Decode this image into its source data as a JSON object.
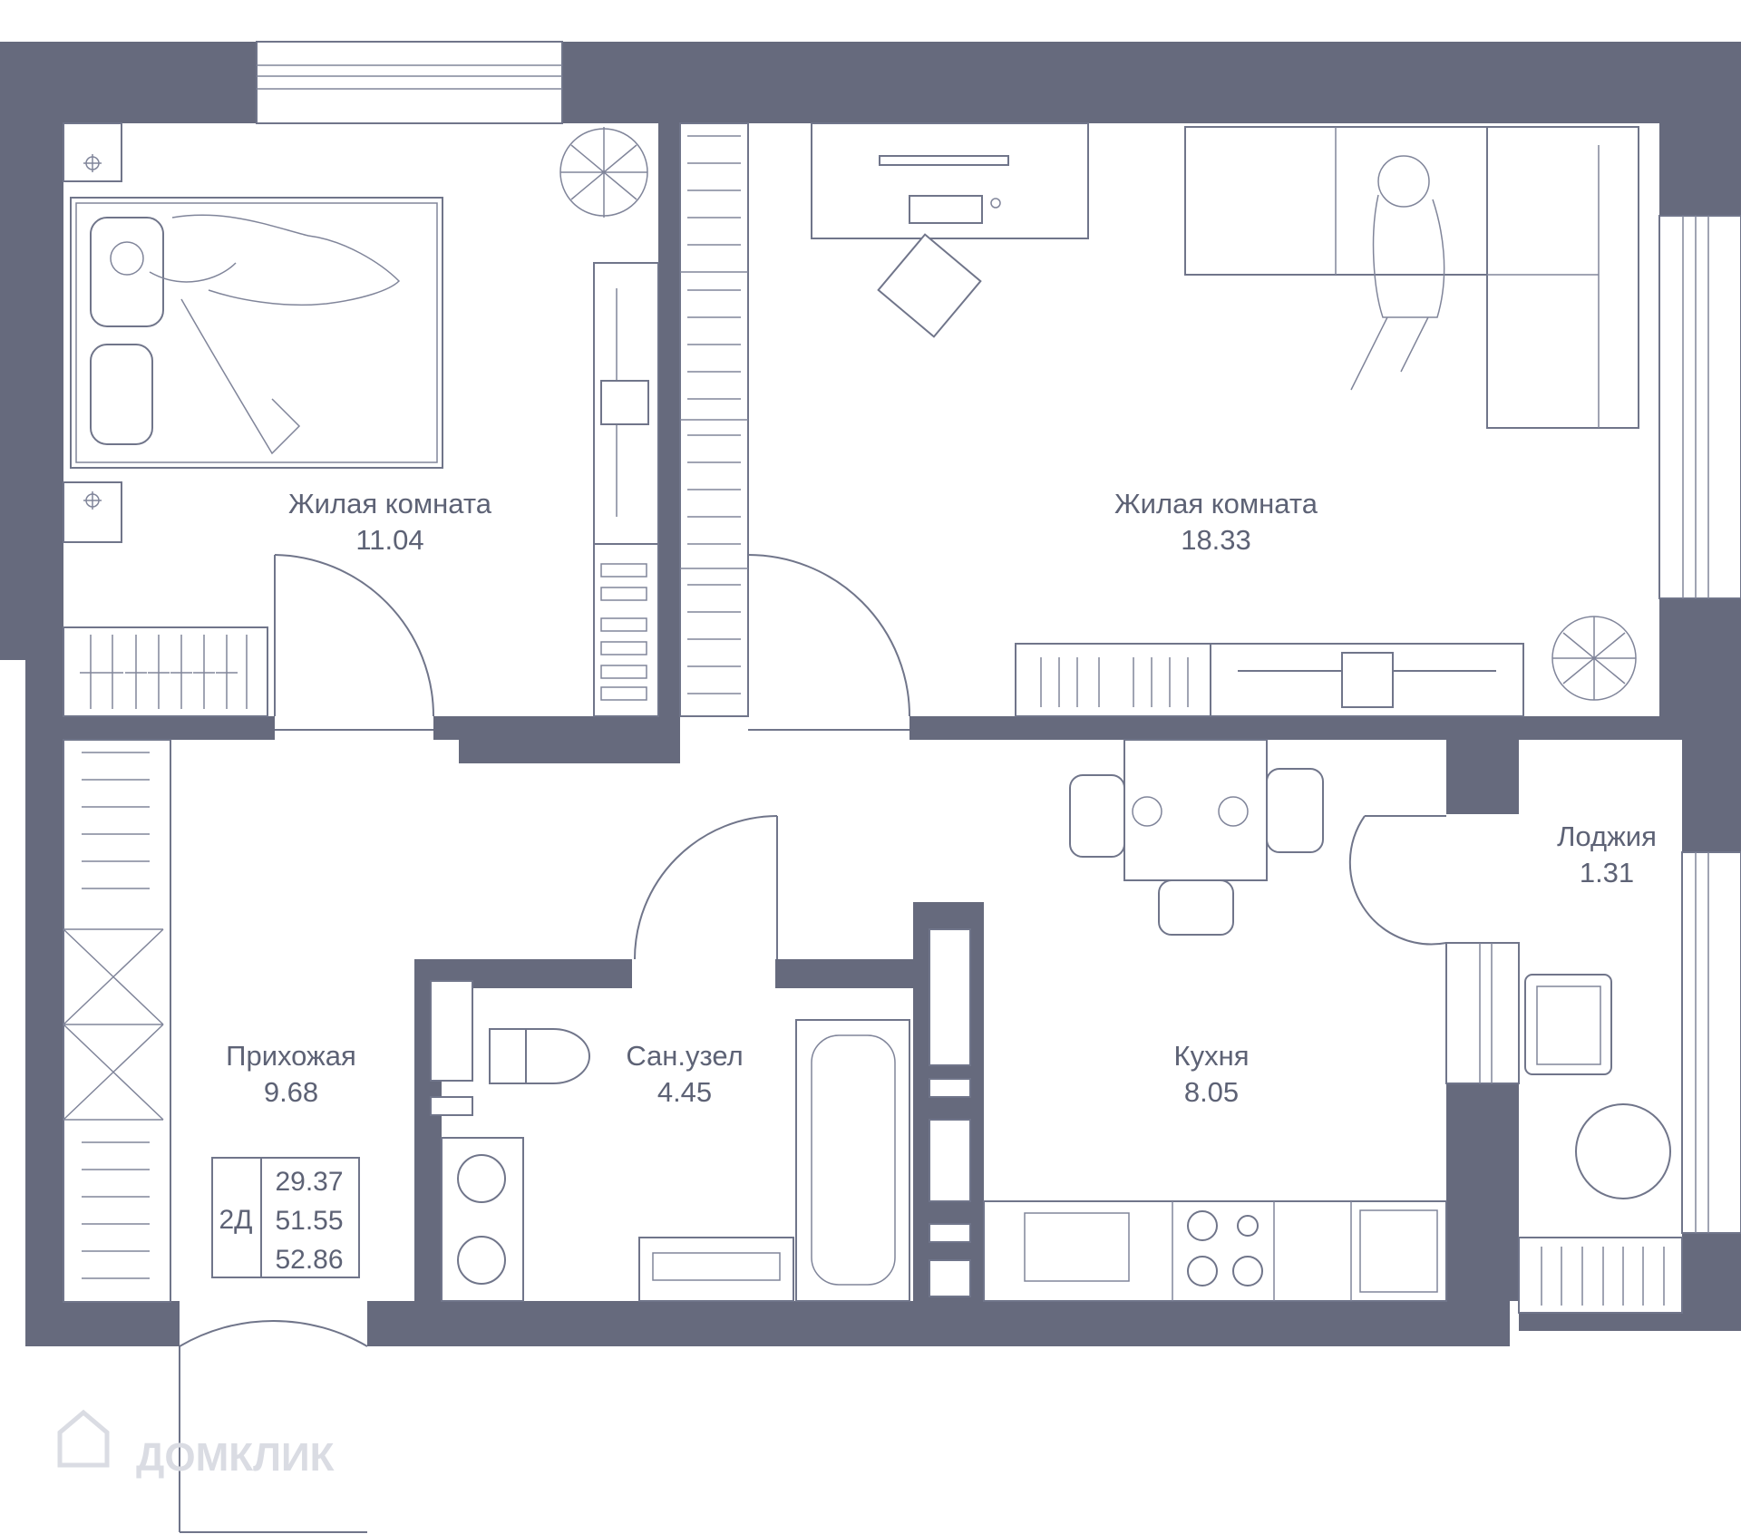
{
  "rooms": [
    {
      "name": "Жилая комната",
      "area": "11.04"
    },
    {
      "name": "Жилая комната",
      "area": "18.33"
    },
    {
      "name": "Прихожая",
      "area": "9.68"
    },
    {
      "name": "Сан.узел",
      "area": "4.45"
    },
    {
      "name": "Кухня",
      "area": "8.05"
    },
    {
      "name": "Лоджия",
      "area": "1.31"
    }
  ],
  "apartment": {
    "type": "2Д",
    "living_area": "29.37",
    "total_area": "51.55",
    "total_area_with_loggia": "52.86"
  },
  "watermark": "ДОМКЛИК",
  "colors": {
    "wall": "#666a7d",
    "line": "#70758a",
    "background": "#ffffff"
  }
}
